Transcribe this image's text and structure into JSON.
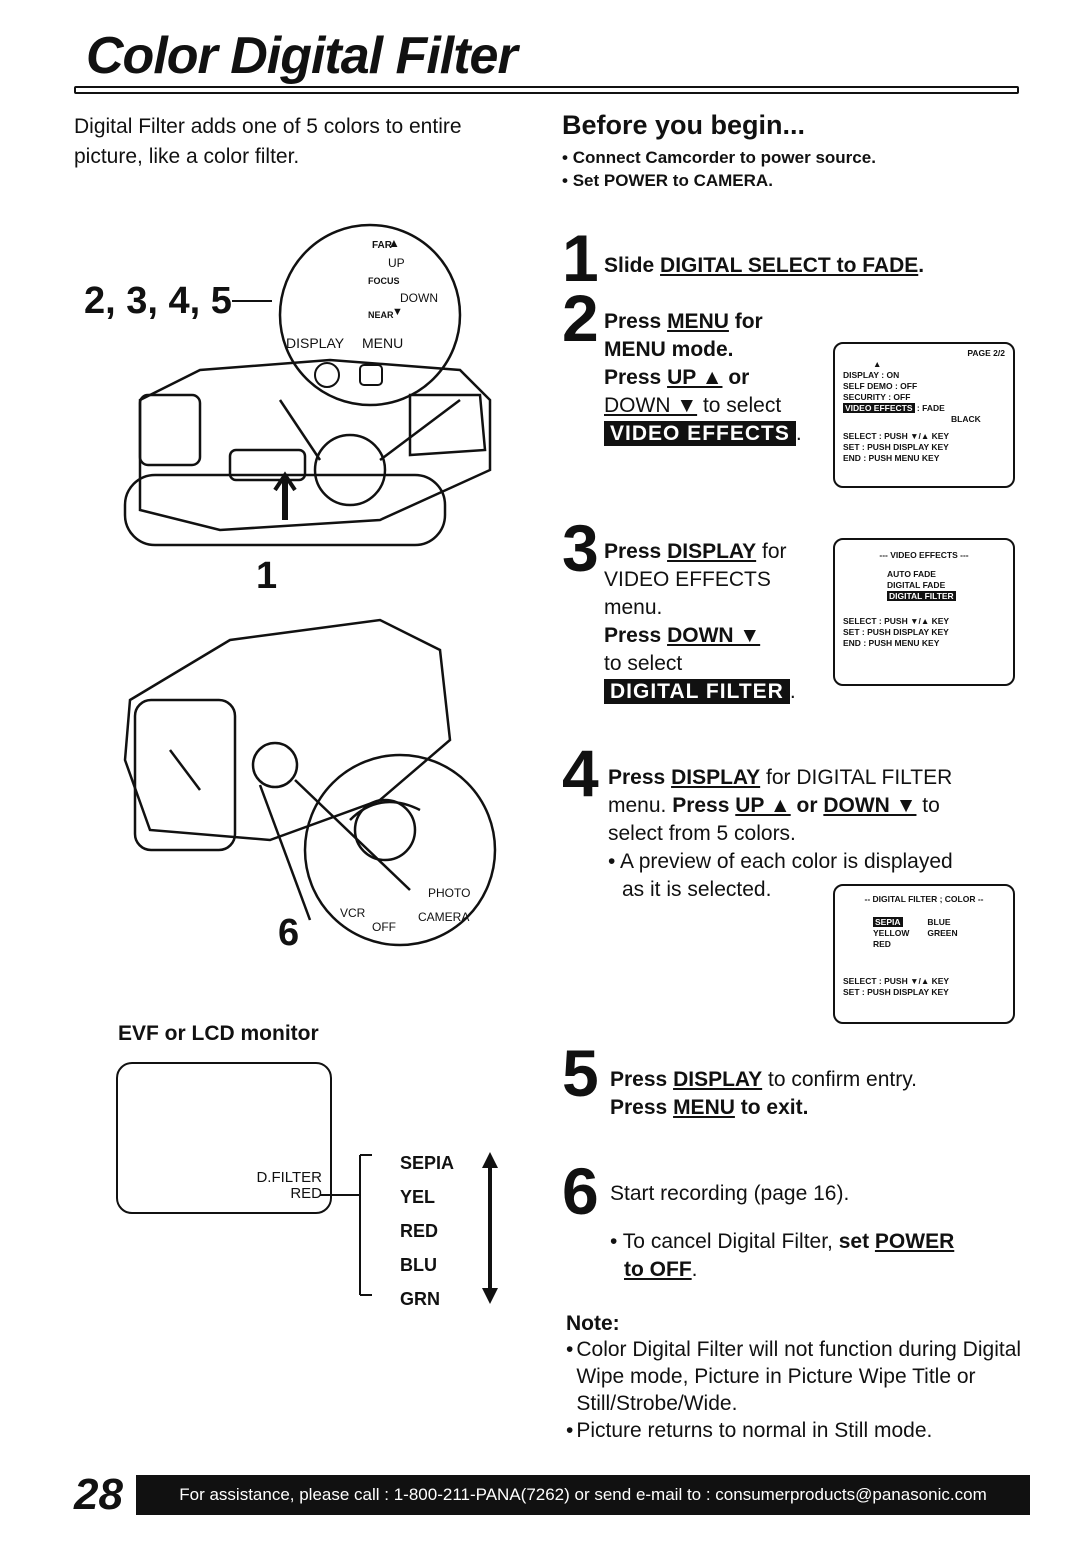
{
  "page": {
    "title": "Color Digital Filter",
    "intro": "Digital Filter adds one of 5 colors to entire picture, like a color filter.",
    "page_number": "28",
    "footer": "For assistance, please call : 1-800-211-PANA(7262) or send e-mail to : consumerproducts@panasonic.com"
  },
  "before": {
    "heading": "Before you begin...",
    "items": [
      "Connect Camcorder to power source.",
      "Set POWER to CAMERA."
    ]
  },
  "figure": {
    "callout_2345": "2, 3, 4, 5",
    "callout_1": "1",
    "callout_6": "6",
    "far": "FAR",
    "up": "UP",
    "focus": "FOCUS",
    "down": "DOWN",
    "near": "NEAR",
    "display": "DISPLAY",
    "menu": "MENU",
    "photo": "PHOTO",
    "vcr": "VCR",
    "off": "OFF",
    "camera": "CAMERA"
  },
  "monitor": {
    "heading": "EVF or LCD monitor",
    "line1": "D.FILTER",
    "line2": "RED",
    "options": [
      "SEPIA",
      "YEL",
      "RED",
      "BLU",
      "GRN"
    ]
  },
  "steps": {
    "s1": {
      "num": "1",
      "pre": "Slide ",
      "u1": "DIGITAL SELECT to FADE",
      "post": "."
    },
    "s2": {
      "num": "2",
      "a": "Press ",
      "a_u": "MENU",
      "a2": " for",
      "b": "MENU mode.",
      "c": "Press ",
      "c_u": "UP ▲",
      "c2": " or",
      "d_u": "DOWN ▼",
      "d2": " to select",
      "inv": "VIDEO EFFECTS"
    },
    "s3": {
      "num": "3",
      "a": "Press ",
      "a_u": "DISPLAY",
      "a2": " for",
      "b": "VIDEO EFFECTS",
      "c": "menu.",
      "d": "Press ",
      "d_u": "DOWN ▼",
      "e": "to select",
      "inv": "DIGITAL FILTER"
    },
    "s4": {
      "num": "4",
      "a": "Press ",
      "a_u": "DISPLAY",
      "a2": " for DIGITAL FILTER",
      "b1": "menu. ",
      "b2": "Press ",
      "b_u1": "UP ▲",
      "b3": " or ",
      "b_u2": "DOWN ▼",
      "b4": " to",
      "c": "select from 5 colors.",
      "d": "• A preview of each color is displayed",
      "e": "as it is selected."
    },
    "s5": {
      "num": "5",
      "a": "Press ",
      "a_u": "DISPLAY",
      "a2": " to confirm entry.",
      "b": "Press ",
      "b_u": "MENU",
      "b2": " to exit."
    },
    "s6": {
      "num": "6",
      "a": "Start recording (page 16).",
      "b": "• To cancel Digital Filter, ",
      "b2": "set ",
      "b_u": "POWER",
      "c_u": "to OFF",
      "c2": "."
    }
  },
  "osd2": {
    "page": "PAGE 2/2",
    "rows": [
      [
        "DISPLAY",
        ": ON"
      ],
      [
        "SELF DEMO",
        ": OFF"
      ],
      [
        "SECURITY",
        ": OFF"
      ]
    ],
    "hl": "VIDEO EFFECTS",
    "hl_val": ": FADE",
    "hl_val2": "BLACK",
    "keys": [
      [
        "SELECT",
        ": PUSH ▼/▲ KEY"
      ],
      [
        "SET",
        ": PUSH DISPLAY KEY"
      ],
      [
        "END",
        ": PUSH MENU KEY"
      ]
    ]
  },
  "osd3": {
    "head": "--- VIDEO EFFECTS ---",
    "items": [
      "AUTO FADE",
      "DIGITAL FADE"
    ],
    "hl": "DIGITAL FILTER",
    "keys": [
      [
        "SELECT",
        ": PUSH ▼/▲ KEY"
      ],
      [
        "SET",
        ": PUSH DISPLAY KEY"
      ],
      [
        "END",
        ": PUSH MENU KEY"
      ]
    ]
  },
  "osd4": {
    "head": "-- DIGITAL FILTER ; COLOR --",
    "hl": "SEPIA",
    "c1": "BLUE",
    "c2": "YELLOW",
    "c3": "GREEN",
    "c4": "RED",
    "keys": [
      [
        "SELECT",
        ": PUSH ▼/▲ KEY"
      ],
      [
        "SET",
        ": PUSH DISPLAY KEY"
      ]
    ]
  },
  "note": {
    "heading": "Note:",
    "items": [
      "Color Digital Filter will not function during Digital Wipe mode, Picture in Picture Wipe Title or Still/Strobe/Wide.",
      "Picture returns to normal in Still mode."
    ]
  }
}
